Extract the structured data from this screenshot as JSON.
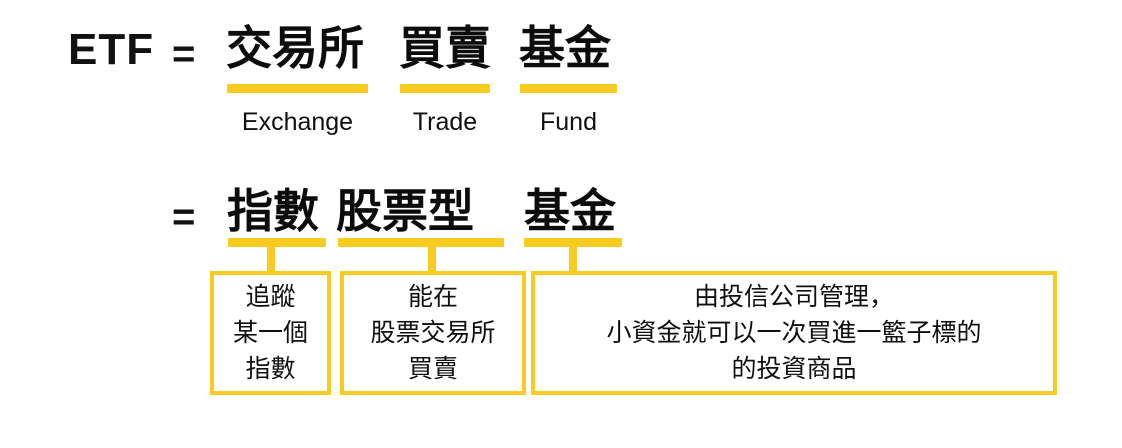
{
  "theme": {
    "accent_yellow": "#F7CB1F",
    "text_black": "#101010",
    "background": "#FFFFFF"
  },
  "row1": {
    "acronym": "ETF",
    "equals": "=",
    "terms": [
      {
        "cjk": "交易所",
        "english": "Exchange"
      },
      {
        "cjk": "買賣",
        "english": "Trade"
      },
      {
        "cjk": "基金",
        "english": "Fund"
      }
    ]
  },
  "row2": {
    "equals": "=",
    "terms": [
      {
        "cjk": "指數"
      },
      {
        "cjk": "股票型"
      },
      {
        "cjk": "基金"
      }
    ]
  },
  "boxes": [
    {
      "text": "追蹤\n某一個\n指數"
    },
    {
      "text": "能在\n股票交易所\n買賣"
    },
    {
      "text": "由投信公司管理，\n小資金就可以一次買進一籃子標的\n的投資商品"
    }
  ]
}
